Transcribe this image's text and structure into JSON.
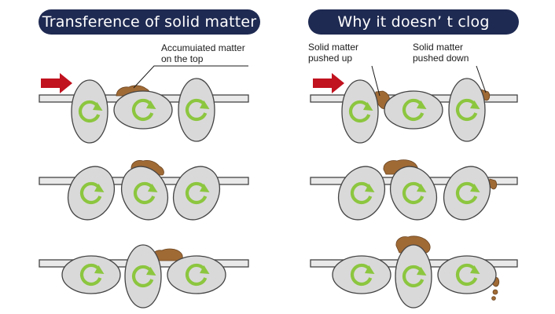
{
  "panels": {
    "left": {
      "title": "Transference of solid matter",
      "annotation": [
        "Accumuiated matter",
        "on the top"
      ]
    },
    "right": {
      "title": "Why it doesn’ t clog",
      "annotation_up": [
        "Solid matter",
        "pushed up"
      ],
      "annotation_down": [
        "Solid matter",
        "pushed down"
      ]
    }
  },
  "colors": {
    "title_bg": "#1f2a52",
    "disc_fill": "#d9d9d9",
    "rotation_arrow": "#8cc63f",
    "solid_matter": "#a06a35",
    "flow_arrow": "#c1121f"
  },
  "icons": {
    "flow": "red-flow-arrow",
    "rotation": "green-rotation-arrow"
  }
}
